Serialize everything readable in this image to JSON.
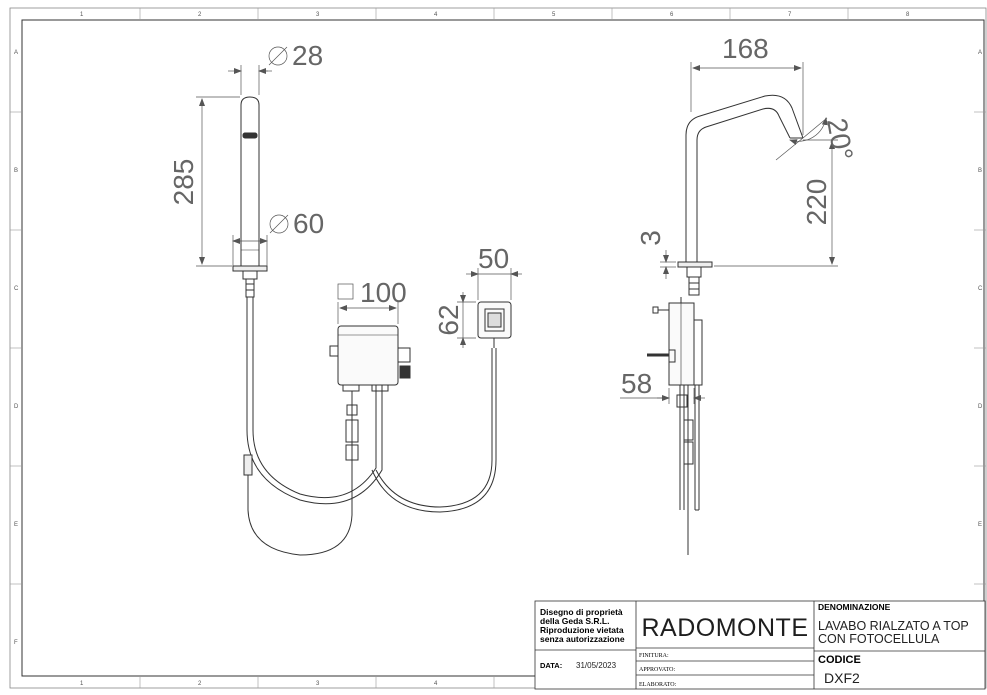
{
  "grid": {
    "cols": [
      "1",
      "2",
      "3",
      "4",
      "5",
      "6",
      "7",
      "8"
    ],
    "rows": [
      "A",
      "B",
      "C",
      "D",
      "E",
      "F"
    ]
  },
  "dimensions": {
    "dia_top": "28",
    "height": "285",
    "dia_base": "60",
    "box": "100",
    "sensor_w": "50",
    "sensor_h": "62",
    "reach": "168",
    "angle": "20°",
    "spout_h": "220",
    "base_t": "3",
    "depth": "58"
  },
  "title_block": {
    "ownership": [
      "Disegno di proprietà",
      "della Geda S.R.L.",
      "Riproduzione vietata",
      "senza autorizzazione"
    ],
    "brand": "RADOMONTE",
    "data_label": "DATA:",
    "data_value": "31/05/2023",
    "finitura_label": "FINITURA:",
    "approvato_label": "APPROVATO:",
    "elaborato_label": "ELABORATO:",
    "denominazione_label": "DENOMINAZIONE",
    "denominazione_lines": [
      "LAVABO RIALZATO A TOP",
      "CON FOTOCELLULA"
    ],
    "codice_label": "CODICE",
    "codice_value": "DXF2"
  }
}
